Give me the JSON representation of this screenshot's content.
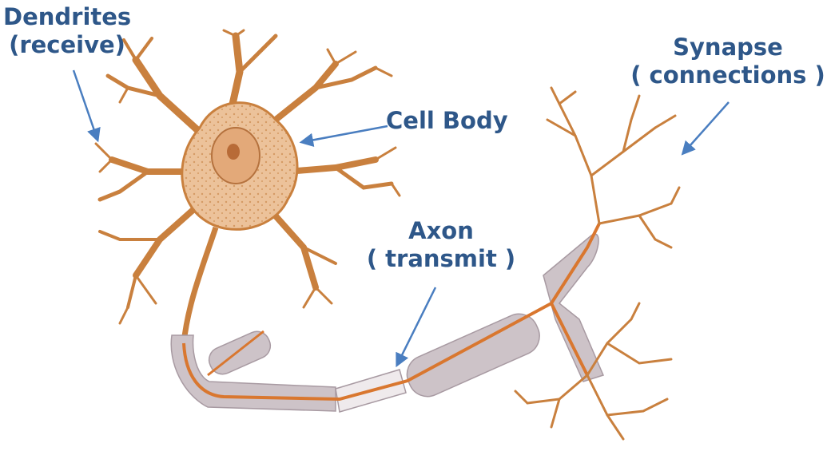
{
  "labels": {
    "dendrites": {
      "title": "Dendrites",
      "subtitle": "(receive)"
    },
    "cell_body": {
      "title": "Cell Body"
    },
    "synapse": {
      "title": "Synapse",
      "subtitle": "( connections )"
    },
    "axon": {
      "title": "Axon",
      "subtitle": "( transmit )"
    }
  },
  "colors": {
    "label_text": "#2e5789",
    "arrow": "#4a7ec0",
    "neuron_fill": "#e8b88a",
    "neuron_stroke": "#c9803e",
    "axon_core": "#d9772f",
    "myelin": "#cdc3c8",
    "nucleus": "#c98b5a"
  }
}
